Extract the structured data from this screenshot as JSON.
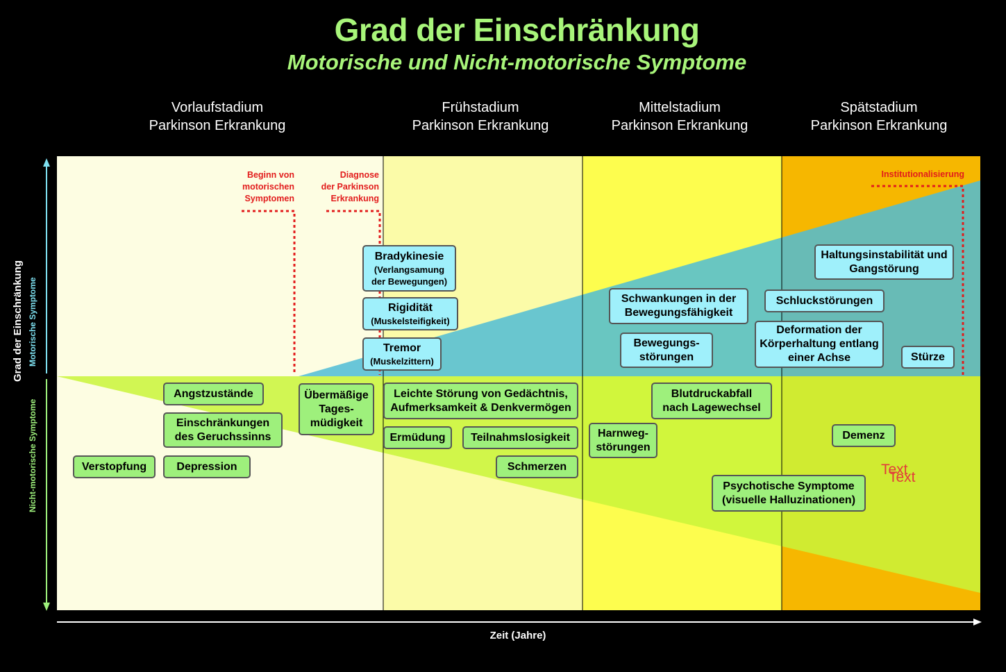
{
  "title": "Grad der Einschränkung",
  "subtitle": "Motorische und Nicht-motorische Symptome",
  "stages": [
    {
      "line1": "Vorlaufstadium",
      "line2": "Parkinson Erkrankung",
      "color": "#fdfde2"
    },
    {
      "line1": "Frühstadium",
      "line2": "Parkinson Erkrankung",
      "color": "#fbfba8"
    },
    {
      "line1": "Mittelstadium",
      "line2": "Parkinson Erkrankung",
      "color": "#fdfd4e"
    },
    {
      "line1": "Spätstadium",
      "line2": "Parkinson Erkrankung",
      "color": "#f6b700"
    }
  ],
  "axes": {
    "y_title": "Grad der Einschränkung",
    "y_motor": "Motorische Symptome",
    "y_nonmotor": "Nicht-motorische Symptome",
    "x_title": "Zeit (Jahre)"
  },
  "markers": {
    "motor_onset": [
      "Beginn von",
      "motorischen",
      "Symptomen"
    ],
    "diagnosis": [
      "Diagnose",
      "der Parkinson",
      "Erkrankung"
    ],
    "institutionalization": "Institutionalisierung"
  },
  "motor_symptoms": {
    "bradykinesia": {
      "main": "Bradykinesie",
      "sub": [
        "(Verlangsamung",
        "der Bewegungen)"
      ]
    },
    "rigidity": {
      "main": "Rigidität",
      "sub": [
        "(Muskelsteifigkeit)"
      ]
    },
    "tremor": {
      "main": "Tremor",
      "sub": [
        "(Muskelzittern)"
      ]
    },
    "fluctuations": [
      "Schwankungen in der",
      "Bewegungsfähigkeit"
    ],
    "movement_disorders": [
      "Bewegungs-",
      "störungen"
    ],
    "swallowing": "Schluckstörungen",
    "posture_deformation": [
      "Deformation der",
      "Körperhaltung entlang",
      "einer Achse"
    ],
    "postural_instability": [
      "Haltungsinstabilität und",
      "Gangstörung"
    ],
    "falls": "Stürze"
  },
  "nonmotor_symptoms": {
    "anxiety": "Angstzustände",
    "smell": [
      "Einschränkungen",
      "des Geruchssinns"
    ],
    "constipation": "Verstopfung",
    "depression": "Depression",
    "sleepiness": [
      "Übermäßige",
      "Tages-",
      "müdigkeit"
    ],
    "cognition": [
      "Leichte Störung von Gedächtnis,",
      "Aufmerksamkeit & Denkvermögen"
    ],
    "fatigue": "Ermüdung",
    "apathy": "Teilnahmslosigkeit",
    "pain": "Schmerzen",
    "orthostatic": [
      "Blutdruckabfall",
      "nach Lagewechsel"
    ],
    "urinary": [
      "Harnweg-",
      "störungen"
    ],
    "dementia": "Demenz",
    "psychotic": [
      "Psychotische Symptome",
      "(visuelle Halluzinationen)"
    ]
  },
  "placeholder_text": [
    "Text",
    "Text"
  ],
  "colors": {
    "title": "#a8f57a",
    "motor_area": "#4fbcd6",
    "nonmotor_area": "#c9f53a",
    "motor_box": "#9ff0fb",
    "nonmotor_box": "#9ef07c",
    "marker": "#e21c1c"
  }
}
